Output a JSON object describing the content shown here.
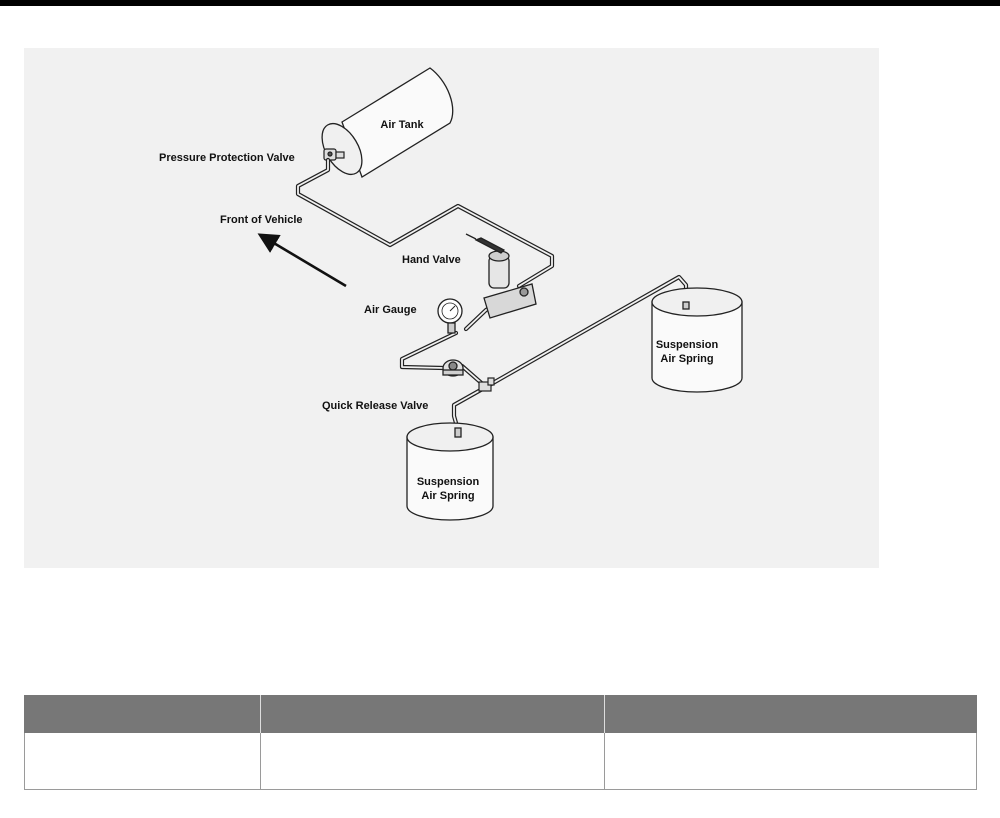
{
  "diagram": {
    "labels": {
      "air_tank": "Air Tank",
      "pressure_protection_valve": "Pressure Protection Valve",
      "front_of_vehicle": "Front of Vehicle",
      "hand_valve": "Hand Valve",
      "air_gauge": "Air Gauge",
      "quick_release_valve": "Quick Release Valve",
      "rear_spring_line1": "Suspension",
      "rear_spring_line2": "Air Spring",
      "front_spring_line1": "Suspension",
      "front_spring_line2": "Air Spring"
    }
  },
  "table": {
    "headers": [
      "",
      "",
      ""
    ],
    "rows": [
      [
        "",
        "",
        ""
      ]
    ]
  }
}
